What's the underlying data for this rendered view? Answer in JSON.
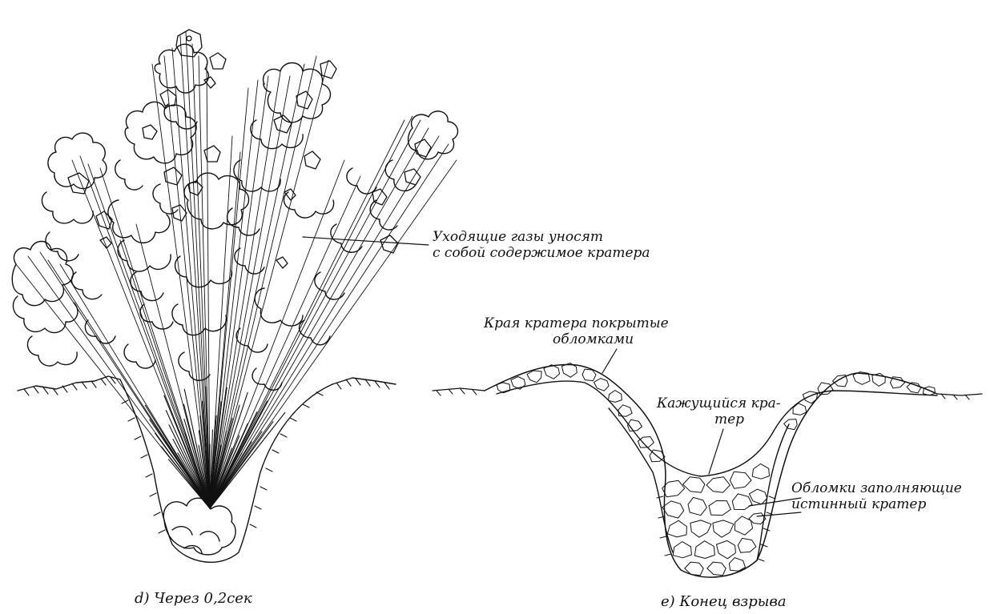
{
  "panels": [
    {
      "id": "d",
      "caption": "d) Через 0,2сек",
      "annotations": [
        {
          "id": "gases",
          "lines": [
            "Уходящие газы уносят",
            "с собой содержимое кратера"
          ]
        }
      ]
    },
    {
      "id": "e",
      "caption": "e) Конец взрыва",
      "annotations": [
        {
          "id": "rim",
          "lines": [
            "Края кратера покрытые",
            "обломками"
          ]
        },
        {
          "id": "apparent",
          "lines": [
            "Кажущийся кра-",
            "тер"
          ]
        },
        {
          "id": "true",
          "lines": [
            "Обломки заполняющие",
            "истинный кратер"
          ]
        }
      ]
    }
  ],
  "colors": {
    "ink": "#111111",
    "background": "#ffffff"
  }
}
